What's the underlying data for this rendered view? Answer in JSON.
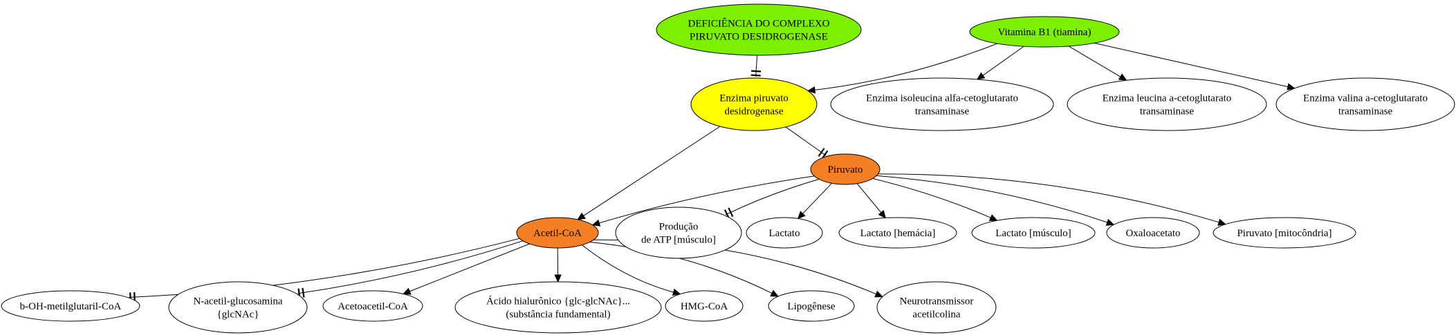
{
  "colors": {
    "green": "#7cf000",
    "yellow": "#ffff00",
    "orange": "#f57f24",
    "white": "#ffffff"
  },
  "nodes": {
    "deficiencia": {
      "lines": [
        "DEFICIÊNCIA DO COMPLEXO",
        "PIRUVATO DESIDROGENASE"
      ],
      "color": "green"
    },
    "vitamina_b1": {
      "lines": [
        "Vitamina B1 (tiamina)"
      ],
      "color": "green"
    },
    "enzima_pdh": {
      "lines": [
        "Enzima piruvato",
        "desidrogenase"
      ],
      "color": "yellow"
    },
    "enzima_isoleucina": {
      "lines": [
        "Enzima isoleucina alfa-cetoglutarato",
        "transaminase"
      ],
      "color": "white"
    },
    "enzima_leucina": {
      "lines": [
        "Enzima leucina a-cetoglutarato",
        "transaminase"
      ],
      "color": "white"
    },
    "enzima_valina": {
      "lines": [
        "Enzima valina a-cetoglutarato",
        "transaminase"
      ],
      "color": "white"
    },
    "piruvato": {
      "lines": [
        "Piruvato"
      ],
      "color": "orange"
    },
    "acetil_coa": {
      "lines": [
        "Acetil-CoA"
      ],
      "color": "orange"
    },
    "producao_atp": {
      "lines": [
        "Produção",
        "de ATP [músculo]"
      ],
      "color": "white"
    },
    "lactato": {
      "lines": [
        "Lactato"
      ],
      "color": "white"
    },
    "lactato_hemacia": {
      "lines": [
        "Lactato [hemácia]"
      ],
      "color": "white"
    },
    "lactato_musculo": {
      "lines": [
        "Lactato [músculo]"
      ],
      "color": "white"
    },
    "oxaloacetato": {
      "lines": [
        "Oxaloacetato"
      ],
      "color": "white"
    },
    "piruvato_mito": {
      "lines": [
        "Piruvato [mitocôndria]"
      ],
      "color": "white"
    },
    "boh_metil": {
      "lines": [
        "b-OH-metilglutaril-CoA"
      ],
      "color": "white"
    },
    "n_acetil": {
      "lines": [
        "N-acetil-glucosamina",
        "{glcNAc}"
      ],
      "color": "white"
    },
    "acetoacetil": {
      "lines": [
        "Acetoacetil-CoA"
      ],
      "color": "white"
    },
    "acido_hialuronico": {
      "lines": [
        "Ácido hialurônico {glc-glcNAc}...",
        "(substância fundamental)"
      ],
      "color": "white"
    },
    "hmg_coa": {
      "lines": [
        "HMG-CoA"
      ],
      "color": "white"
    },
    "lipogenese": {
      "lines": [
        "Lipogênese"
      ],
      "color": "white"
    },
    "neurotransmissor": {
      "lines": [
        "Neurotransmissor",
        "acetilcolina"
      ],
      "color": "white"
    }
  },
  "edges": [
    {
      "from": "deficiencia",
      "to": "enzima_pdh",
      "kind": "inhibit"
    },
    {
      "from": "vitamina_b1",
      "to": "enzima_pdh",
      "kind": "arrow"
    },
    {
      "from": "vitamina_b1",
      "to": "enzima_isoleucina",
      "kind": "arrow"
    },
    {
      "from": "vitamina_b1",
      "to": "enzima_leucina",
      "kind": "arrow"
    },
    {
      "from": "vitamina_b1",
      "to": "enzima_valina",
      "kind": "arrow"
    },
    {
      "from": "enzima_pdh",
      "to": "acetil_coa",
      "kind": "arrow"
    },
    {
      "from": "enzima_pdh",
      "to": "piruvato",
      "kind": "inhibit"
    },
    {
      "from": "piruvato",
      "to": "acetil_coa",
      "kind": "arrow"
    },
    {
      "from": "piruvato",
      "to": "producao_atp",
      "kind": "inhibit"
    },
    {
      "from": "piruvato",
      "to": "lactato",
      "kind": "arrow"
    },
    {
      "from": "piruvato",
      "to": "lactato_hemacia",
      "kind": "arrow"
    },
    {
      "from": "piruvato",
      "to": "lactato_musculo",
      "kind": "arrow"
    },
    {
      "from": "piruvato",
      "to": "oxaloacetato",
      "kind": "arrow"
    },
    {
      "from": "piruvato",
      "to": "piruvato_mito",
      "kind": "arrow"
    },
    {
      "from": "acetil_coa",
      "to": "boh_metil",
      "kind": "inhibit"
    },
    {
      "from": "acetil_coa",
      "to": "n_acetil",
      "kind": "inhibit"
    },
    {
      "from": "acetil_coa",
      "to": "acetoacetil",
      "kind": "arrow"
    },
    {
      "from": "acetil_coa",
      "to": "acido_hialuronico",
      "kind": "arrow"
    },
    {
      "from": "acetil_coa",
      "to": "hmg_coa",
      "kind": "arrow"
    },
    {
      "from": "acetil_coa",
      "to": "lipogenese",
      "kind": "arrow"
    },
    {
      "from": "acetil_coa",
      "to": "neurotransmissor",
      "kind": "arrow"
    }
  ]
}
